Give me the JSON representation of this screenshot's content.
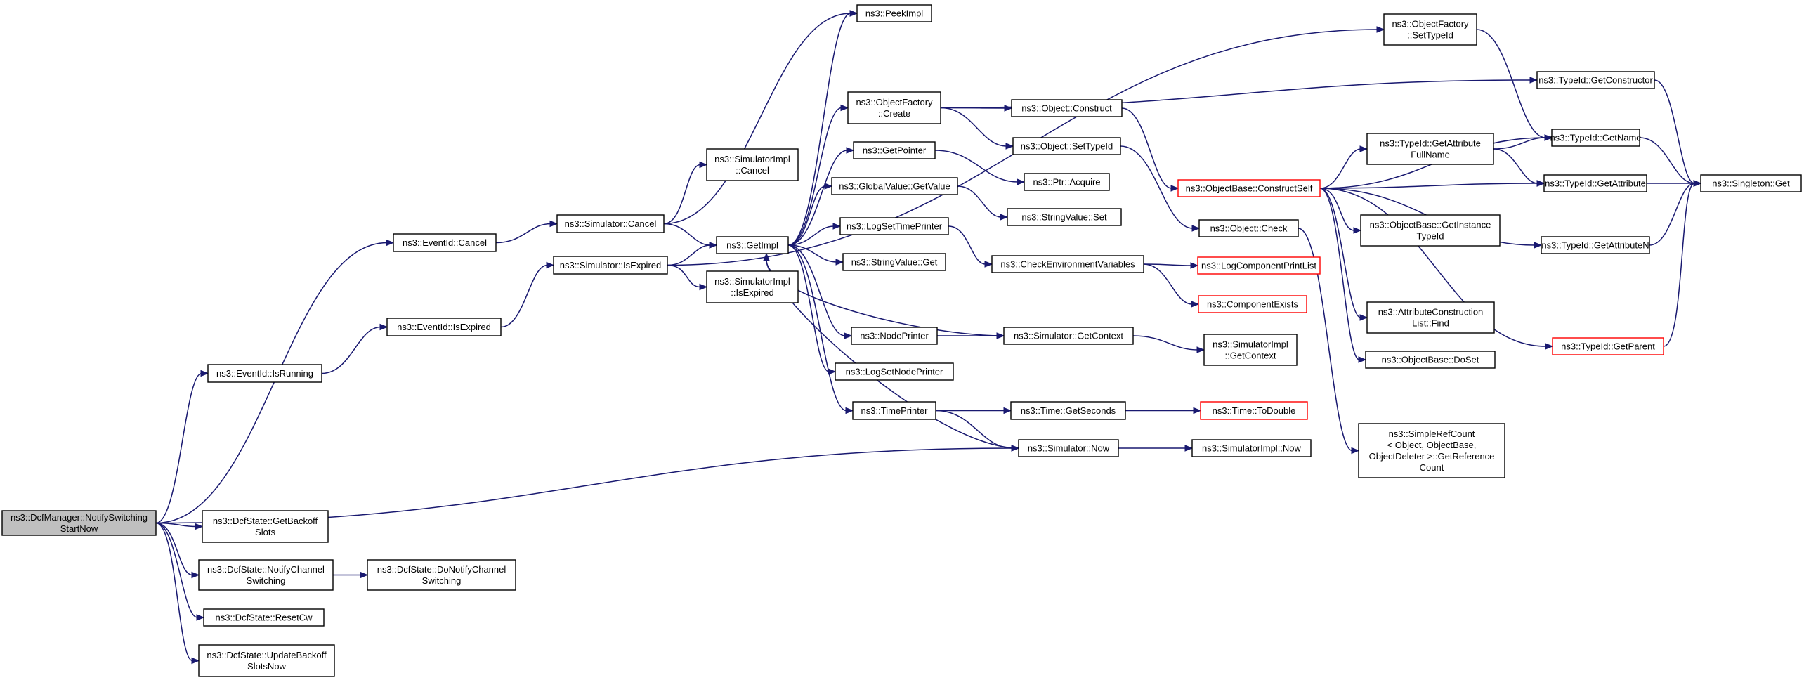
{
  "nodes": [
    {
      "id": "root",
      "lines": [
        "ns3::DcfManager::NotifySwitching",
        "StartNow"
      ],
      "root": true
    },
    {
      "id": "eid_cancel",
      "lines": [
        "ns3::EventId::Cancel"
      ]
    },
    {
      "id": "eid_isrunning",
      "lines": [
        "ns3::EventId::IsRunning"
      ]
    },
    {
      "id": "eid_isexpired",
      "lines": [
        "ns3::EventId::IsExpired"
      ]
    },
    {
      "id": "getbackoff",
      "lines": [
        "ns3::DcfState::GetBackoff",
        "Slots"
      ]
    },
    {
      "id": "notifychan",
      "lines": [
        "ns3::DcfState::NotifyChannel",
        "Switching"
      ]
    },
    {
      "id": "resetcw",
      "lines": [
        "ns3::DcfState::ResetCw"
      ]
    },
    {
      "id": "updatebackoff",
      "lines": [
        "ns3::DcfState::UpdateBackoff",
        "SlotsNow"
      ]
    },
    {
      "id": "donotify",
      "lines": [
        "ns3::DcfState::DoNotifyChannel",
        "Switching"
      ]
    },
    {
      "id": "sim_cancel",
      "lines": [
        "ns3::Simulator::Cancel"
      ]
    },
    {
      "id": "sim_isexpired",
      "lines": [
        "ns3::Simulator::IsExpired"
      ]
    },
    {
      "id": "simimpl_cancel",
      "lines": [
        "ns3::SimulatorImpl",
        "::Cancel"
      ]
    },
    {
      "id": "simimpl_isexpired",
      "lines": [
        "ns3::SimulatorImpl",
        "::IsExpired"
      ]
    },
    {
      "id": "getimpl",
      "lines": [
        "ns3::GetImpl"
      ]
    },
    {
      "id": "peekimpl",
      "lines": [
        "ns3::PeekImpl"
      ]
    },
    {
      "id": "objfactory_create",
      "lines": [
        "ns3::ObjectFactory",
        "::Create"
      ]
    },
    {
      "id": "getpointer",
      "lines": [
        "ns3::GetPointer"
      ]
    },
    {
      "id": "gv_getvalue",
      "lines": [
        "ns3::GlobalValue::GetValue"
      ]
    },
    {
      "id": "logsettimeprinter",
      "lines": [
        "ns3::LogSetTimePrinter"
      ]
    },
    {
      "id": "stringvalue_get",
      "lines": [
        "ns3::StringValue::Get"
      ]
    },
    {
      "id": "nodeprinter",
      "lines": [
        "ns3::NodePrinter"
      ]
    },
    {
      "id": "logsetnodeprinter",
      "lines": [
        "ns3::LogSetNodePrinter"
      ]
    },
    {
      "id": "timeprinter",
      "lines": [
        "ns3::TimePrinter"
      ]
    },
    {
      "id": "obj_construct",
      "lines": [
        "ns3::Object::Construct"
      ]
    },
    {
      "id": "obj_settypeid",
      "lines": [
        "ns3::Object::SetTypeId"
      ]
    },
    {
      "id": "ptr_acquire",
      "lines": [
        "ns3::Ptr::Acquire"
      ]
    },
    {
      "id": "stringvalue_set",
      "lines": [
        "ns3::StringValue::Set"
      ]
    },
    {
      "id": "checkenv",
      "lines": [
        "ns3::CheckEnvironmentVariables"
      ]
    },
    {
      "id": "sim_getcontext",
      "lines": [
        "ns3::Simulator::GetContext"
      ]
    },
    {
      "id": "time_getseconds",
      "lines": [
        "ns3::Time::GetSeconds"
      ]
    },
    {
      "id": "sim_now",
      "lines": [
        "ns3::Simulator::Now"
      ]
    },
    {
      "id": "objfactory_settypeid",
      "lines": [
        "ns3::ObjectFactory",
        "::SetTypeId"
      ]
    },
    {
      "id": "objbase_constructself",
      "lines": [
        "ns3::ObjectBase::ConstructSelf"
      ],
      "red": true
    },
    {
      "id": "obj_check",
      "lines": [
        "ns3::Object::Check"
      ]
    },
    {
      "id": "logcompprintlist",
      "lines": [
        "ns3::LogComponentPrintList"
      ],
      "red": true
    },
    {
      "id": "componentexists",
      "lines": [
        "ns3::ComponentExists"
      ],
      "red": true
    },
    {
      "id": "simimpl_getcontext",
      "lines": [
        "ns3::SimulatorImpl",
        "::GetContext"
      ]
    },
    {
      "id": "time_todouble",
      "lines": [
        "ns3::Time::ToDouble"
      ],
      "red": true
    },
    {
      "id": "simimpl_now",
      "lines": [
        "ns3::SimulatorImpl::Now"
      ]
    },
    {
      "id": "typeid_getconstructor",
      "lines": [
        "ns3::TypeId::GetConstructor"
      ]
    },
    {
      "id": "typeid_getattrfullname",
      "lines": [
        "ns3::TypeId::GetAttribute",
        "FullName"
      ]
    },
    {
      "id": "typeid_getname",
      "lines": [
        "ns3::TypeId::GetName"
      ]
    },
    {
      "id": "typeid_getattribute",
      "lines": [
        "ns3::TypeId::GetAttribute"
      ]
    },
    {
      "id": "singleton_get",
      "lines": [
        "ns3::Singleton::Get"
      ]
    },
    {
      "id": "objbase_getinstancetypeid",
      "lines": [
        "ns3::ObjectBase::GetInstance",
        "TypeId"
      ]
    },
    {
      "id": "typeid_getattributen",
      "lines": [
        "ns3::TypeId::GetAttributeN"
      ]
    },
    {
      "id": "attrconstlist_find",
      "lines": [
        "ns3::AttributeConstruction",
        "List::Find"
      ]
    },
    {
      "id": "typeid_getparent",
      "lines": [
        "ns3::TypeId::GetParent"
      ],
      "red": true
    },
    {
      "id": "objbase_doset",
      "lines": [
        "ns3::ObjectBase::DoSet"
      ]
    },
    {
      "id": "simplerefcount",
      "lines": [
        "ns3::SimpleRefCount",
        "< Object, ObjectBase,",
        "ObjectDeleter >::GetReference",
        "Count"
      ]
    }
  ],
  "edges": [
    [
      "root",
      "eid_cancel"
    ],
    [
      "root",
      "eid_isrunning"
    ],
    [
      "root",
      "sim_now"
    ],
    [
      "root",
      "getbackoff"
    ],
    [
      "root",
      "notifychan"
    ],
    [
      "root",
      "resetcw"
    ],
    [
      "root",
      "updatebackoff"
    ],
    [
      "eid_cancel",
      "sim_cancel"
    ],
    [
      "eid_isrunning",
      "eid_isexpired"
    ],
    [
      "eid_isexpired",
      "sim_isexpired"
    ],
    [
      "notifychan",
      "donotify"
    ],
    [
      "sim_cancel",
      "peekimpl"
    ],
    [
      "sim_cancel",
      "simimpl_cancel"
    ],
    [
      "sim_cancel",
      "getimpl"
    ],
    [
      "sim_isexpired",
      "objfactory_settypeid"
    ],
    [
      "sim_isexpired",
      "getimpl"
    ],
    [
      "sim_isexpired",
      "simimpl_isexpired"
    ],
    [
      "getimpl",
      "peekimpl"
    ],
    [
      "getimpl",
      "objfactory_create"
    ],
    [
      "getimpl",
      "getpointer"
    ],
    [
      "getimpl",
      "gv_getvalue"
    ],
    [
      "getimpl",
      "logsettimeprinter"
    ],
    [
      "getimpl",
      "stringvalue_get"
    ],
    [
      "getimpl",
      "nodeprinter"
    ],
    [
      "getimpl",
      "logsetnodeprinter"
    ],
    [
      "getimpl",
      "timeprinter"
    ],
    [
      "sim_getcontext",
      "getimpl"
    ],
    [
      "sim_now",
      "getimpl"
    ],
    [
      "objfactory_create",
      "typeid_getconstructor"
    ],
    [
      "objfactory_create",
      "obj_construct"
    ],
    [
      "objfactory_create",
      "obj_settypeid"
    ],
    [
      "getpointer",
      "ptr_acquire"
    ],
    [
      "gv_getvalue",
      "stringvalue_set"
    ],
    [
      "logsettimeprinter",
      "checkenv"
    ],
    [
      "nodeprinter",
      "sim_getcontext"
    ],
    [
      "timeprinter",
      "time_getseconds"
    ],
    [
      "timeprinter",
      "sim_now"
    ],
    [
      "obj_construct",
      "objbase_constructself"
    ],
    [
      "obj_settypeid",
      "obj_check"
    ],
    [
      "checkenv",
      "logcompprintlist"
    ],
    [
      "checkenv",
      "componentexists"
    ],
    [
      "sim_getcontext",
      "simimpl_getcontext"
    ],
    [
      "time_getseconds",
      "time_todouble"
    ],
    [
      "sim_now",
      "simimpl_now"
    ],
    [
      "objfactory_settypeid",
      "typeid_getname"
    ],
    [
      "objbase_constructself",
      "typeid_getname"
    ],
    [
      "objbase_constructself",
      "typeid_getattrfullname"
    ],
    [
      "objbase_constructself",
      "typeid_getattribute"
    ],
    [
      "objbase_constructself",
      "objbase_getinstancetypeid"
    ],
    [
      "objbase_constructself",
      "typeid_getattributen"
    ],
    [
      "objbase_constructself",
      "attrconstlist_find"
    ],
    [
      "objbase_constructself",
      "typeid_getparent"
    ],
    [
      "objbase_constructself",
      "objbase_doset"
    ],
    [
      "obj_check",
      "simplerefcount"
    ],
    [
      "typeid_getattrfullname",
      "typeid_getname"
    ],
    [
      "typeid_getattrfullname",
      "typeid_getattribute"
    ],
    [
      "typeid_getconstructor",
      "singleton_get"
    ],
    [
      "typeid_getname",
      "singleton_get"
    ],
    [
      "typeid_getattribute",
      "singleton_get"
    ],
    [
      "typeid_getattributen",
      "singleton_get"
    ],
    [
      "typeid_getparent",
      "singleton_get"
    ]
  ]
}
